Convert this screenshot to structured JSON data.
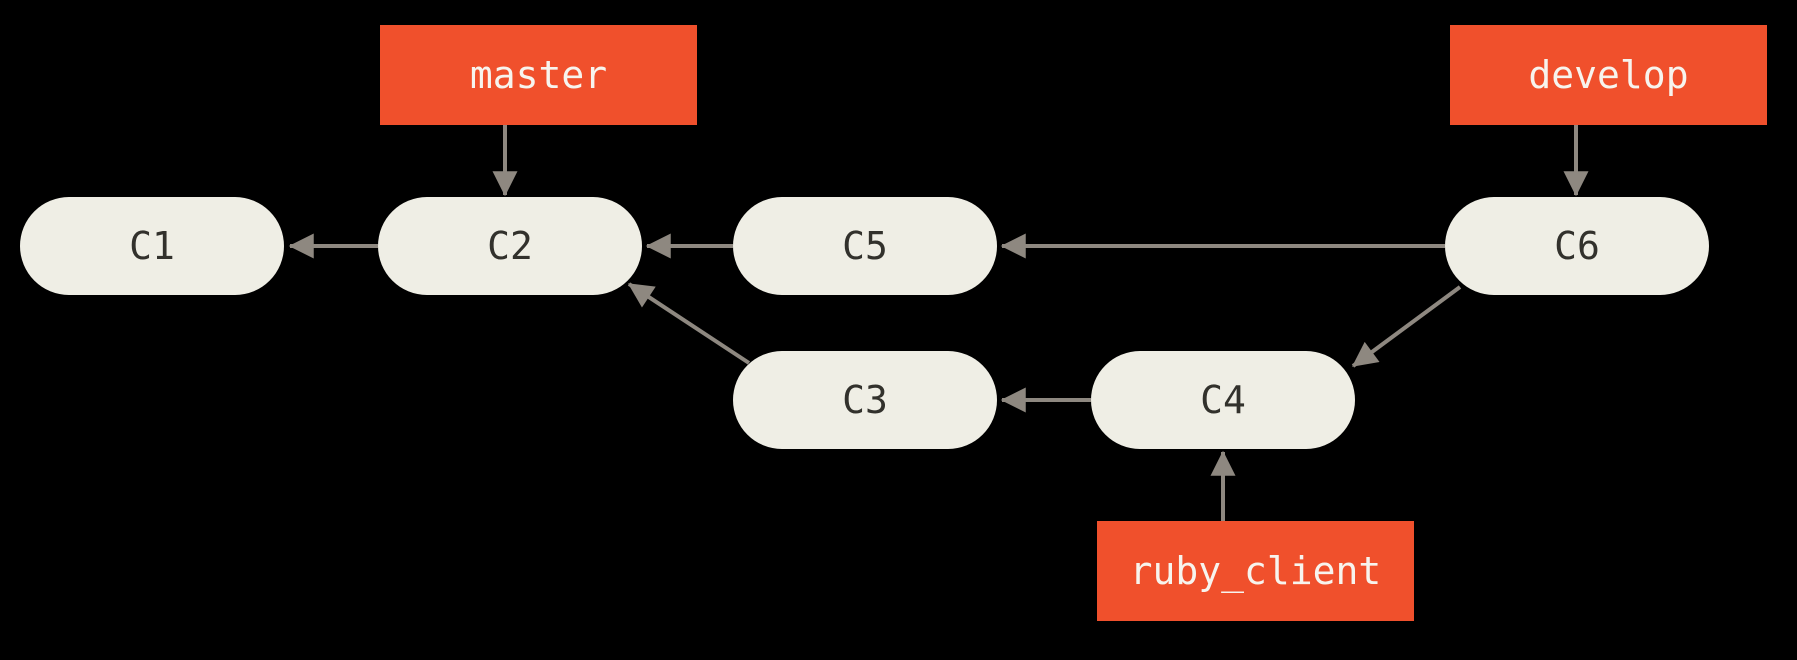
{
  "diagram": {
    "type": "git-commit-graph",
    "background_color": "#000000",
    "colors": {
      "commit_node_fill": "#efeee5",
      "commit_node_text": "#32312c",
      "branch_label_fill": "#f0502c",
      "branch_label_text": "#f7f4ee",
      "arrow": "#8e8880"
    },
    "commits": [
      {
        "id": "c1",
        "label": "C1",
        "parents": []
      },
      {
        "id": "c2",
        "label": "C2",
        "parents": [
          "c1"
        ]
      },
      {
        "id": "c5",
        "label": "C5",
        "parents": [
          "c2"
        ]
      },
      {
        "id": "c6",
        "label": "C6",
        "parents": [
          "c5",
          "c4"
        ]
      },
      {
        "id": "c3",
        "label": "C3",
        "parents": [
          "c2"
        ]
      },
      {
        "id": "c4",
        "label": "C4",
        "parents": [
          "c3"
        ]
      }
    ],
    "branches": [
      {
        "name": "master",
        "points_to": "c2"
      },
      {
        "name": "develop",
        "points_to": "c6"
      },
      {
        "name": "ruby_client",
        "points_to": "c4"
      }
    ],
    "edges": [
      {
        "from": "c2",
        "to": "c1"
      },
      {
        "from": "c5",
        "to": "c2"
      },
      {
        "from": "c6",
        "to": "c5"
      },
      {
        "from": "c3",
        "to": "c2"
      },
      {
        "from": "c4",
        "to": "c3"
      },
      {
        "from": "c6",
        "to": "c4"
      },
      {
        "from": "master",
        "to": "c2"
      },
      {
        "from": "develop",
        "to": "c6"
      },
      {
        "from": "ruby_client",
        "to": "c4"
      }
    ]
  }
}
